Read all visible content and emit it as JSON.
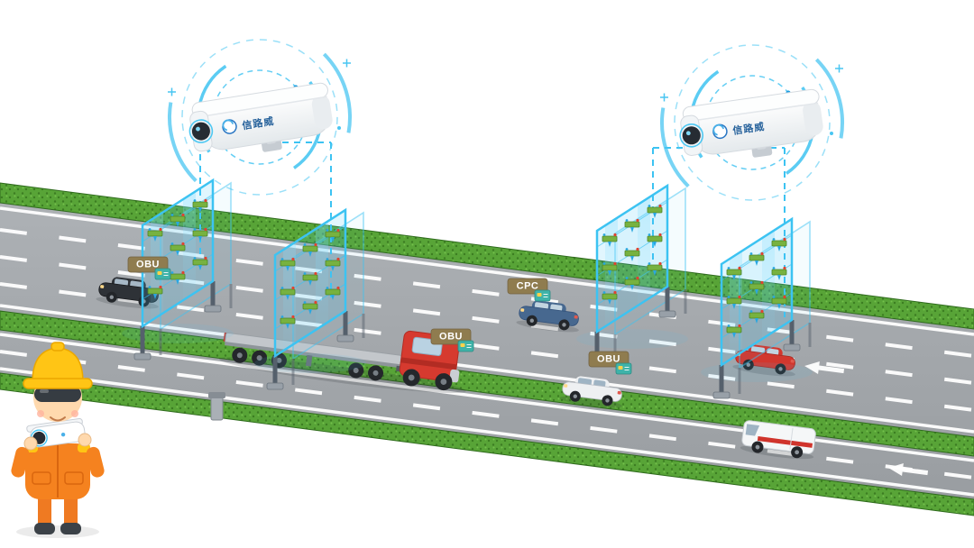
{
  "scene": {
    "description": "Isometric highway free-flow ETC illustration: roadside cameras with radar rings linked to blue scanning gantries over traffic",
    "cameras": [
      {
        "id": "camera-left",
        "brand": "信路威"
      },
      {
        "id": "camera-right",
        "brand": "信路威"
      }
    ],
    "badges": [
      {
        "id": "obu-black-car",
        "label": "OBU"
      },
      {
        "id": "cpc-blue-car",
        "label": "CPC"
      },
      {
        "id": "obu-truck",
        "label": "OBU"
      },
      {
        "id": "obu-white-car",
        "label": "OBU"
      }
    ],
    "colors": {
      "scan_blue": "#3cc3f2",
      "grass_green": "#58a437",
      "road_gray": "#a4a8ac",
      "badge_olive": "#8f7c4f",
      "card_teal": "#3fb3a9",
      "truck_red": "#d63a2f",
      "worker_orange": "#f5821f",
      "helmet_yellow": "#ffc515"
    }
  }
}
